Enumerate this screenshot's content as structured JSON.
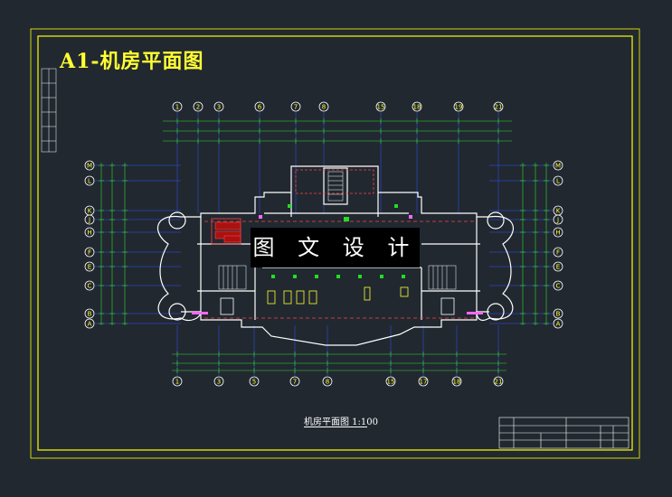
{
  "drawing": {
    "title": "A1-机房平面图",
    "watermark": "图 文 设 计",
    "caption": "机房平面图 1:100"
  },
  "grid": {
    "top_axes": [
      "1",
      "2",
      "3",
      "6",
      "7",
      "8",
      "15",
      "18",
      "19",
      "21"
    ],
    "bottom_axes": [
      "1",
      "3",
      "5",
      "7",
      "8",
      "15",
      "17",
      "18",
      "21"
    ],
    "left_axes": [
      "M",
      "L",
      "K",
      "J",
      "H",
      "F",
      "E",
      "C",
      "B",
      "A"
    ],
    "right_axes": [
      "M",
      "L",
      "K",
      "J",
      "H",
      "F",
      "E",
      "C",
      "B",
      "A"
    ]
  },
  "colors": {
    "background": "#212830",
    "frame": "#ffff00",
    "walls": "#ffffff",
    "dimensions": "#33dd33",
    "grid_lines": "#3355ff",
    "columns": "#ff66ff",
    "title": "#ffff33"
  }
}
